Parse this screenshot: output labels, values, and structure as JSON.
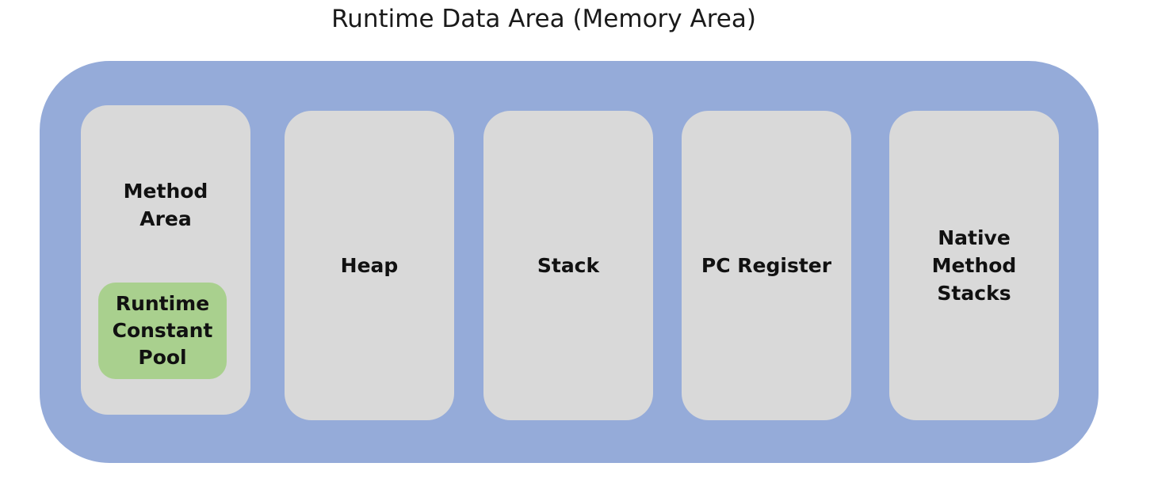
{
  "diagram": {
    "title": "Runtime Data Area (Memory Area)",
    "method_area": {
      "label": "Method\nArea",
      "runtime_constant_pool": "Runtime\nConstant\nPool"
    },
    "heap": "Heap",
    "stack": "Stack",
    "pc_register": "PC Register",
    "native_method_stacks": "Native\nMethod\nStacks"
  },
  "colors": {
    "container": "#95abd9",
    "block": "#d9d9d9",
    "pool": "#a9d08e"
  }
}
